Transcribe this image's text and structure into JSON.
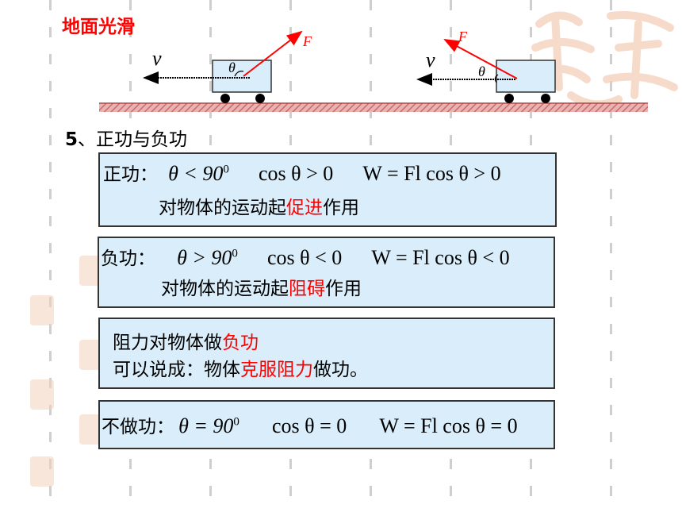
{
  "title_red": "地面光滑",
  "diagram": {
    "label_v": "v",
    "label_F": "F",
    "label_theta": "θ"
  },
  "heading": {
    "number": "5",
    "text": "、正功与负功"
  },
  "box_positive": {
    "label": "正功：",
    "cond_angle": "θ < 90",
    "cond_angle_sup": "0",
    "cond_cos": "cos θ > 0",
    "formula": "W = Fl cos θ > 0",
    "desc_pre": "对物体的运动起",
    "desc_red": "促进",
    "desc_post": "作用"
  },
  "box_negative": {
    "label": "负功：",
    "cond_angle": "θ > 90",
    "cond_angle_sup": "0",
    "cond_cos": "cos θ < 0",
    "formula": "W = Fl cos θ < 0",
    "desc_pre": "对物体的运动起",
    "desc_red": "阻碍",
    "desc_post": "作用"
  },
  "box_resistance": {
    "line1_pre": "阻力对物体做",
    "line1_red": "负功",
    "line2_pre": "可以说成：物体",
    "line2_red": "克服阻力",
    "line2_post": "做功。"
  },
  "box_zero": {
    "label": "不做功：",
    "cond_angle": "θ = 90",
    "cond_angle_sup": "0",
    "cond_cos": "cos θ = 0",
    "formula": "W = Fl cos θ = 0"
  },
  "colors": {
    "accent_red": "#ff0000",
    "box_fill": "#d9eefa",
    "ground_brown": "#c96a6a",
    "watermark": "#f4d2bd"
  }
}
